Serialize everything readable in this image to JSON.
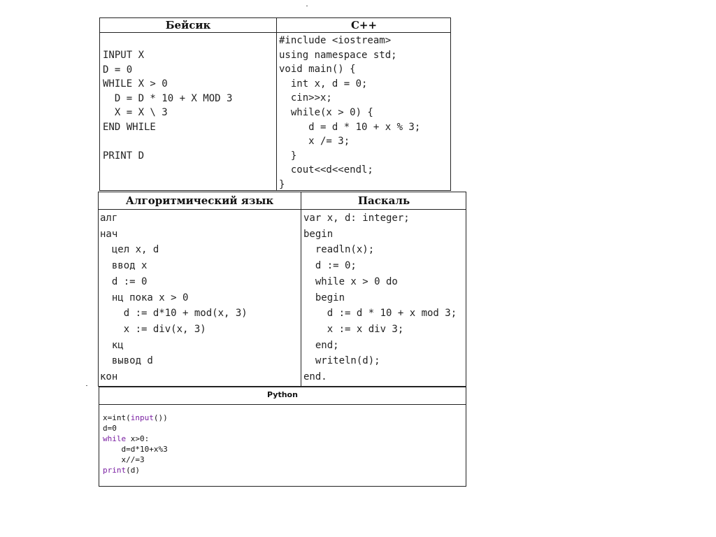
{
  "basic": {
    "title": "Бейсик",
    "lines": [
      "INPUT X",
      "D = 0",
      "WHILE X > 0",
      "  D = D * 10 + X MOD 3",
      "  X = X \\ 3",
      "END WHILE",
      "",
      "PRINT D"
    ]
  },
  "cpp": {
    "title": "C++",
    "lines": [
      "#include <iostream>",
      "using namespace std;",
      "void main() {",
      "  int x, d = 0;",
      "  cin>>x;",
      "  while(x > 0) {",
      "     d = d * 10 + x % 3;",
      "     x /= 3;",
      "  }",
      "  cout<<d<<endl;",
      "}"
    ]
  },
  "algorithmic": {
    "title": "Алгоритмический язык",
    "lines": [
      "алг",
      "нач",
      "  цел x, d",
      "  ввод x",
      "  d := 0",
      "  нц пока x > 0",
      "    d := d*10 + mod(x, 3)",
      "    x := div(x, 3)",
      "  кц",
      "  вывод d",
      "кон"
    ]
  },
  "pascal": {
    "title": "Паскаль",
    "lines": [
      "var x, d: integer;",
      "begin",
      "  readln(x);",
      "  d := 0;",
      "  while x > 0 do",
      "  begin",
      "    d := d * 10 + x mod 3;",
      "    x := x div 3;",
      "  end;",
      "  writeln(d);",
      "end."
    ]
  },
  "python": {
    "title": "Python",
    "line1_a": "x=int(",
    "line1_kw": "input",
    "line1_b": "())",
    "line2": "d=0",
    "line3_kw": "while",
    "line3_b": " x>0:",
    "line4": "    d=d*10+x%3",
    "line5": "    x//=3",
    "line6_kw": "print",
    "line6_b": "(d)"
  },
  "colors": {
    "border": "#222222",
    "text": "#111111",
    "python_keyword": "#7a1fa2"
  }
}
